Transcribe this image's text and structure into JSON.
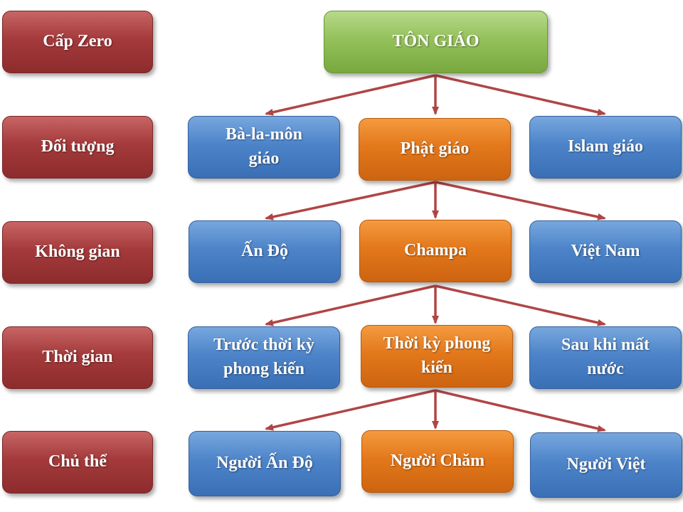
{
  "levels": {
    "zero": "Cấp Zero",
    "object": "Đối tượng",
    "space": "Không gian",
    "time": "Thời gian",
    "subject": "Chủ thể"
  },
  "root": "TÔN GIÁO",
  "objects": {
    "brahmanism": "Bà-la-môn giáo",
    "buddhism": "Phật giáo",
    "islam": "Islam giáo"
  },
  "spaces": {
    "india": "Ấn Độ",
    "champa": "Champa",
    "vietnam": "Việt Nam"
  },
  "periods": {
    "before": "Trước thời kỳ phong kiến",
    "feudal": "Thời kỳ phong kiến",
    "after": "Sau khi mất nước"
  },
  "subjects": {
    "indian": "Người Ấn Độ",
    "cham": "Người Chăm",
    "viet": "Người Việt"
  },
  "colors": {
    "level": "#a43a3b",
    "root": "#94c15b",
    "side": "#4d84c9",
    "focus": "#e3781b",
    "arrow": "#b04545"
  }
}
